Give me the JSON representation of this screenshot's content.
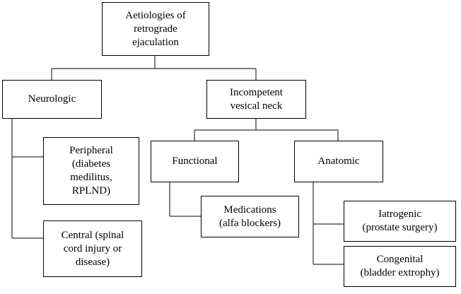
{
  "diagram": {
    "root": {
      "label": "Aetiologies of\nretrograde\nejaculation"
    },
    "neurologic": {
      "label": "Neurologic",
      "peripheral": "Peripheral\n(diabetes\nmedilitus,\nRPLND)",
      "central": "Central (spinal\ncord injury or\ndisease)"
    },
    "vesical": {
      "label": "Incompetent\nvesical neck",
      "functional": {
        "label": "Functional",
        "medications": "Medications\n(alfa blockers)"
      },
      "anatomic": {
        "label": "Anatomic",
        "iatrogenic": "Iatrogenic\n(prostate surgery)",
        "congenital": "Congenital\n(bladder extrophy)"
      }
    }
  }
}
